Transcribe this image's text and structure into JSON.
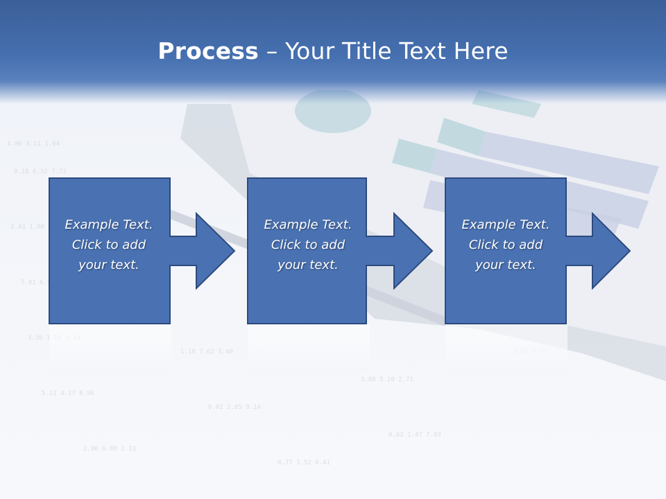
{
  "title": {
    "bold": "Process",
    "separator": " – ",
    "rest": "Your Title Text Here"
  },
  "steps": [
    {
      "line1": "Example Text.",
      "line2": "Click  to add",
      "line3": "your text."
    },
    {
      "line1": "Example Text.",
      "line2": "Click  to add",
      "line3": "your text."
    },
    {
      "line1": "Example Text.",
      "line2": "Click  to add",
      "line3": "your text."
    }
  ],
  "colors": {
    "header": "#4670b0",
    "shape_fill": "#4a72b3",
    "shape_stroke": "#2c4a7e",
    "text": "#ffffff"
  }
}
